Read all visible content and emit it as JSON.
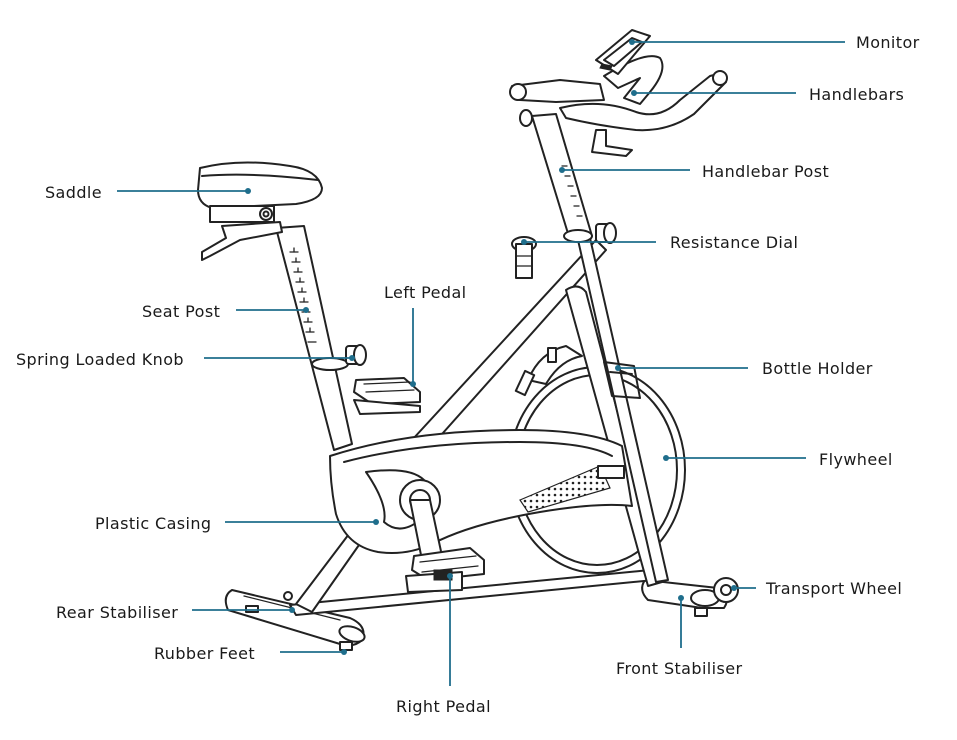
{
  "labels": {
    "monitor": "Monitor",
    "handlebars": "Handlebars",
    "handlebar_post": "Handlebar Post",
    "resistance_dial": "Resistance Dial",
    "saddle": "Saddle",
    "seat_post": "Seat Post",
    "left_pedal": "Left Pedal",
    "spring_loaded_knob": "Spring Loaded Knob",
    "bottle_holder": "Bottle Holder",
    "flywheel": "Flywheel",
    "plastic_casing": "Plastic Casing",
    "transport_wheel": "Transport Wheel",
    "rear_stabiliser": "Rear Stabiliser",
    "rubber_feet": "Rubber Feet",
    "front_stabiliser": "Front Stabiliser",
    "right_pedal": "Right Pedal"
  },
  "colors": {
    "leader": "#1f6e8c",
    "outline": "#222222",
    "text": "#1a1a1a"
  }
}
